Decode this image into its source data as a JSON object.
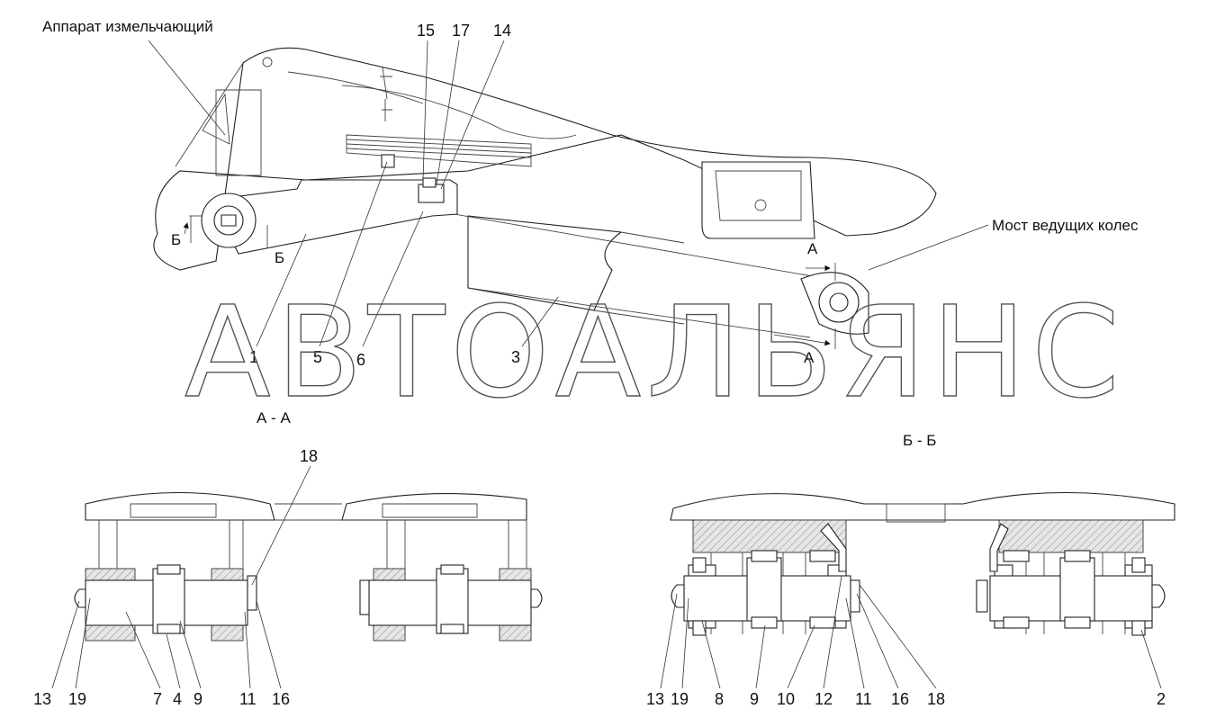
{
  "captions": {
    "grinder": "Аппарат измельчающий",
    "axle": "Мост ведущих колес",
    "section_aa": "А - А",
    "section_bb": "Б - Б"
  },
  "section_marks": {
    "a": "А",
    "b": "Б"
  },
  "watermark": "АВТОАЛЬЯНС",
  "callouts_main": {
    "c15": "15",
    "c17": "17",
    "c14": "14",
    "c1": "1",
    "c5": "5",
    "c6": "6",
    "c3": "3"
  },
  "callouts_aa": {
    "c18": "18",
    "c13": "13",
    "c19": "19",
    "c7": "7",
    "c4": "4",
    "c9": "9",
    "c11": "11",
    "c16": "16"
  },
  "callouts_bb": {
    "c13": "13",
    "c19": "19",
    "c8": "8",
    "c9": "9",
    "c10": "10",
    "c12": "12",
    "c11": "11",
    "c16": "16",
    "c18": "18",
    "c2": "2"
  }
}
